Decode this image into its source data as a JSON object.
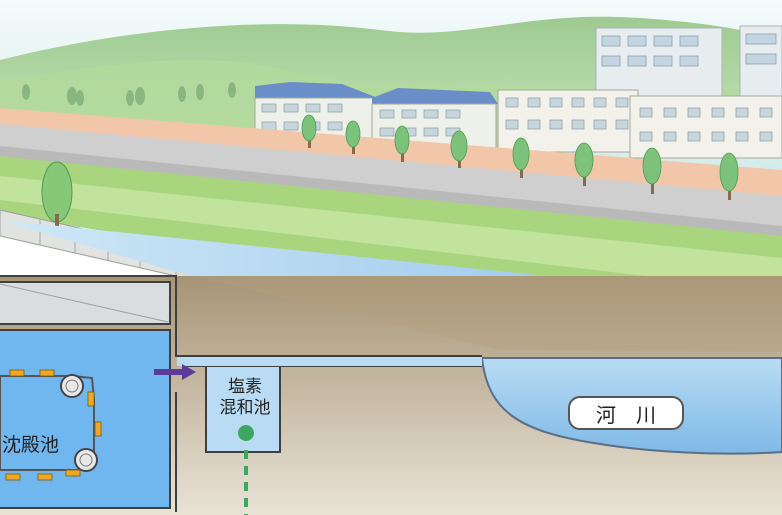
{
  "labels": {
    "sedimentation_tank": "沈殿池",
    "chlorine_line1": "塩素",
    "chlorine_line2": "混和池",
    "river": "河　川"
  },
  "colors": {
    "sky_top": "#d9eef0",
    "hill": "#9cc98c",
    "road": "#c9c9c9",
    "grass": "#9fd27a",
    "river_water": "#a9d2f0",
    "tank_water": "#6fb7ee",
    "soil": "#b4a488",
    "flow_arrow": "#5a3c9a",
    "dosing_line": "#3aa860"
  }
}
